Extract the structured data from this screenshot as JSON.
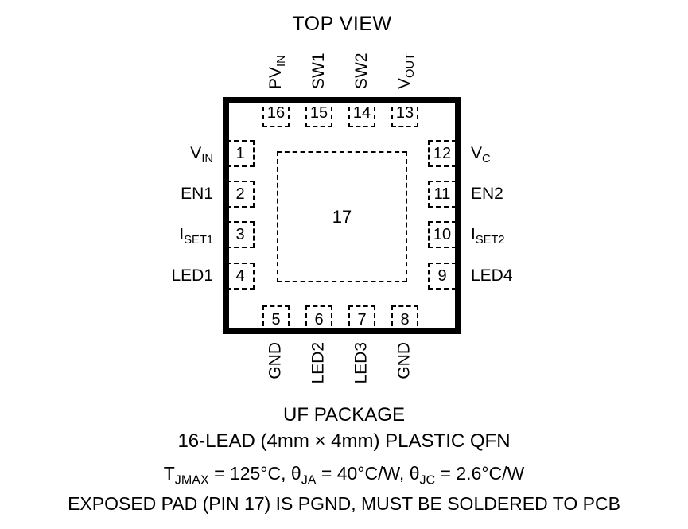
{
  "title": "TOP VIEW",
  "package": {
    "exposed_pad": {
      "num": "17"
    },
    "pins": {
      "top": [
        {
          "num": "16",
          "label": [
            {
              "t": "PV"
            },
            {
              "s": "IN"
            }
          ]
        },
        {
          "num": "15",
          "label": [
            {
              "t": "SW1"
            }
          ]
        },
        {
          "num": "14",
          "label": [
            {
              "t": "SW2"
            }
          ]
        },
        {
          "num": "13",
          "label": [
            {
              "t": "V"
            },
            {
              "s": "OUT"
            }
          ]
        }
      ],
      "left": [
        {
          "num": "1",
          "label": [
            {
              "t": "V"
            },
            {
              "s": "IN"
            }
          ]
        },
        {
          "num": "2",
          "label": [
            {
              "t": "EN1"
            }
          ]
        },
        {
          "num": "3",
          "label": [
            {
              "t": "I"
            },
            {
              "s": "SET1"
            }
          ]
        },
        {
          "num": "4",
          "label": [
            {
              "t": "LED1"
            }
          ]
        }
      ],
      "right": [
        {
          "num": "12",
          "label": [
            {
              "t": "V"
            },
            {
              "s": "C"
            }
          ]
        },
        {
          "num": "11",
          "label": [
            {
              "t": "EN2"
            }
          ]
        },
        {
          "num": "10",
          "label": [
            {
              "t": "I"
            },
            {
              "s": "SET2"
            }
          ]
        },
        {
          "num": "9",
          "label": [
            {
              "t": "LED4"
            }
          ]
        }
      ],
      "bottom": [
        {
          "num": "5",
          "label": [
            {
              "t": "GND"
            }
          ]
        },
        {
          "num": "6",
          "label": [
            {
              "t": "LED2"
            }
          ]
        },
        {
          "num": "7",
          "label": [
            {
              "t": "LED3"
            }
          ]
        },
        {
          "num": "8",
          "label": [
            {
              "t": "GND"
            }
          ]
        }
      ]
    }
  },
  "footer": {
    "package_name": "UF PACKAGE",
    "lead_info": "16-LEAD (4mm × 4mm) PLASTIC QFN",
    "thermal": [
      {
        "t": "T"
      },
      {
        "s": "JMAX"
      },
      {
        "t": " = 125°C, θ"
      },
      {
        "s": "JA"
      },
      {
        "t": " = 40°C/W, θ"
      },
      {
        "s": "JC"
      },
      {
        "t": " = 2.6°C/W"
      }
    ],
    "note": "EXPOSED PAD (PIN 17) IS PGND, MUST BE SOLDERED TO PCB"
  }
}
